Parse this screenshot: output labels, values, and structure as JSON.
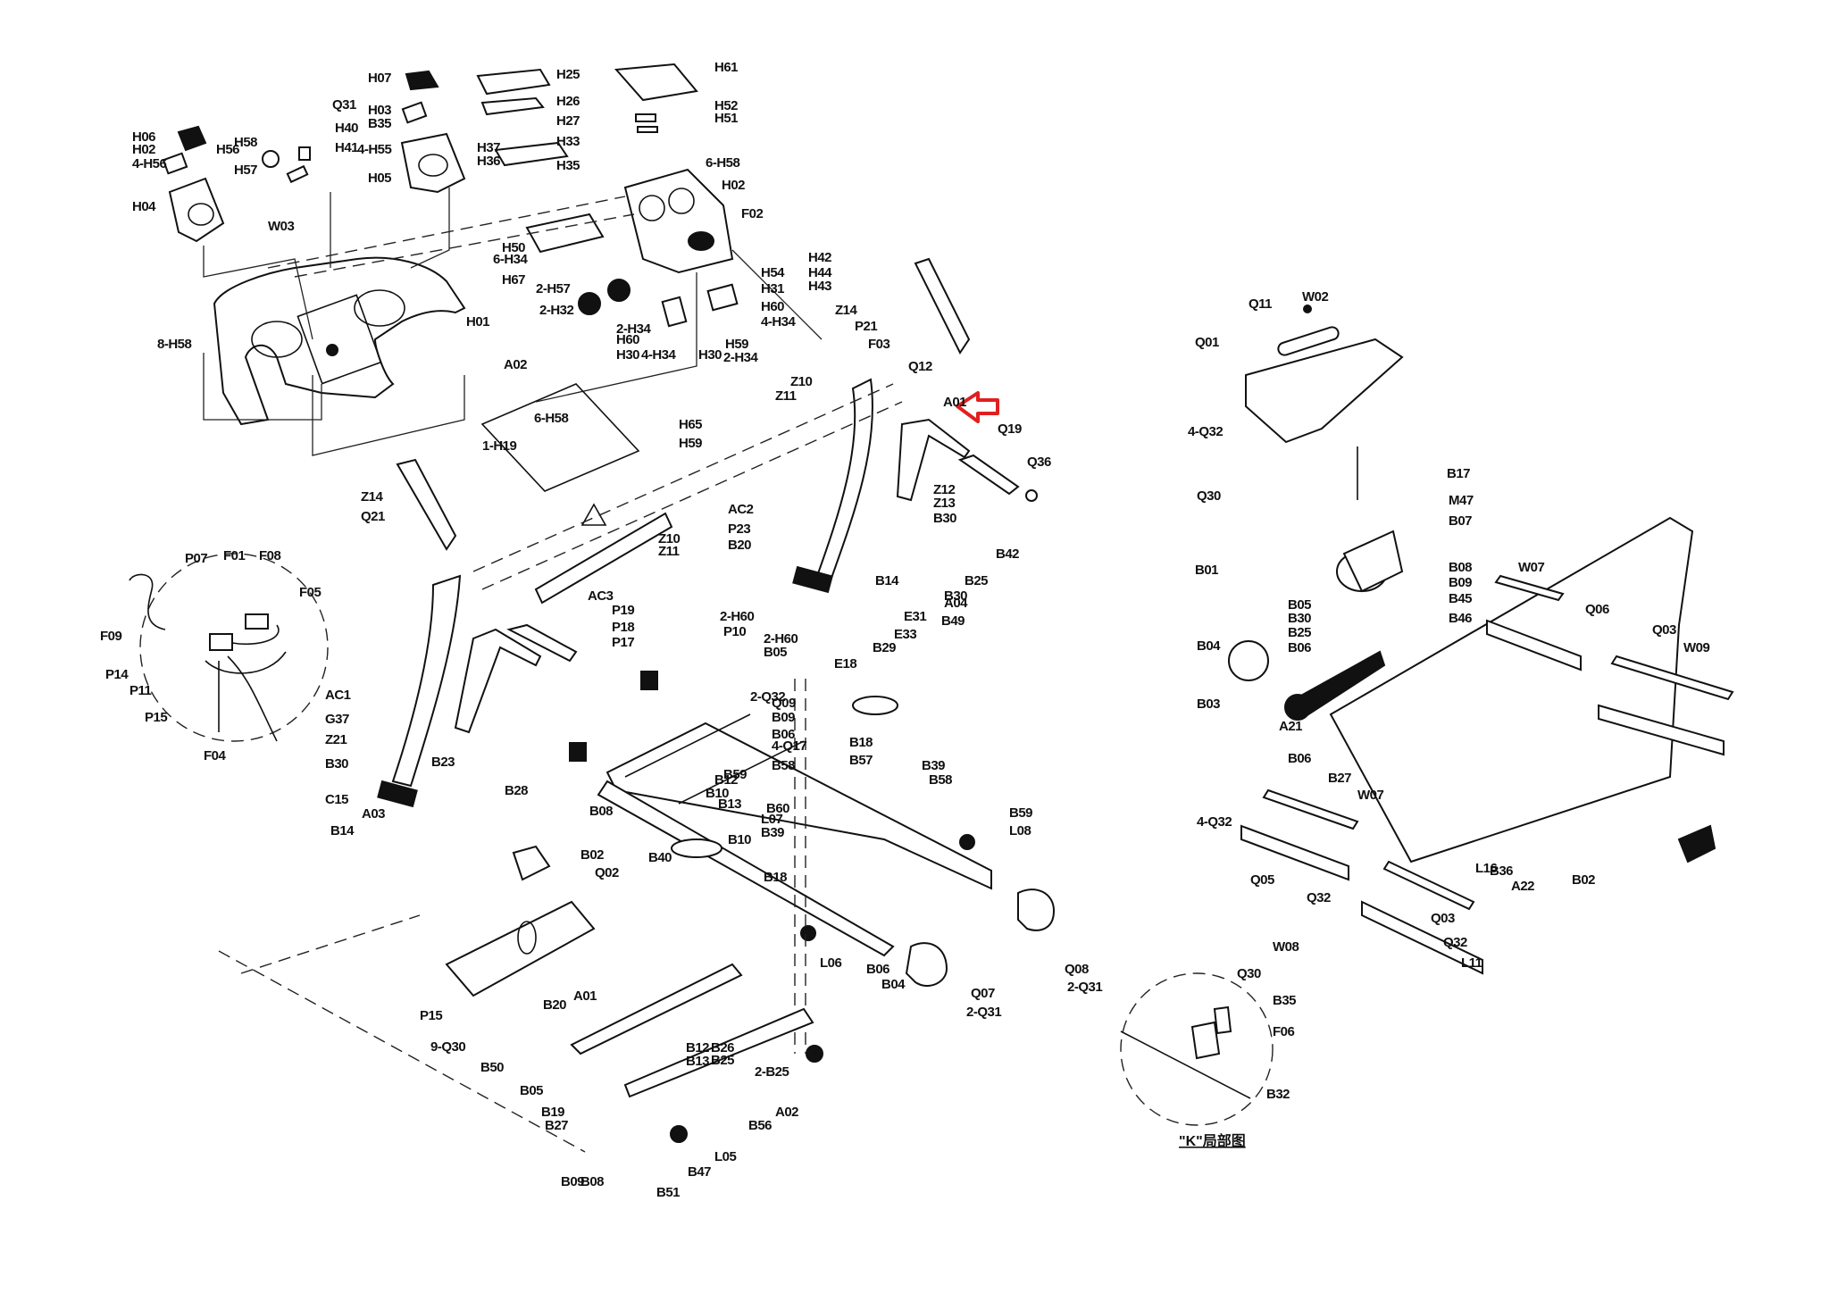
{
  "title": "Treadmill exploded parts diagram",
  "highlight": {
    "part": "A01",
    "color": "#e02020",
    "icon": "left-arrow-icon"
  },
  "detail_caption": "\"K\"局部图",
  "labels": {
    "console_top": [
      "H07",
      "H03",
      "B35",
      "4-H55",
      "H05",
      "H06",
      "H02",
      "4-H56",
      "H04",
      "H56",
      "H58",
      "H57",
      "Q31",
      "H40",
      "H41",
      "W03",
      "H01",
      "8-H58"
    ],
    "console_center": [
      "H25",
      "H26",
      "H27",
      "H33",
      "H37",
      "H36",
      "H35",
      "H61",
      "H52",
      "H51",
      "6-H58",
      "H02",
      "F02",
      "H50",
      "6-H34",
      "H67",
      "2-H57",
      "2-H32",
      "2-H34",
      "H60",
      "H30",
      "4-H34",
      "H30",
      "H59",
      "2-H34",
      "H54",
      "H31",
      "H60",
      "4-H34"
    ],
    "upright_right": [
      "H42",
      "H44",
      "H43",
      "Z14",
      "P21",
      "F03",
      "Q12",
      "Z10",
      "Z11",
      "A01",
      "Q19",
      "Q36",
      "Z12",
      "Z13",
      "B30",
      "AC2",
      "P23",
      "B20",
      "B14",
      "B42",
      "B25",
      "A04",
      "B30",
      "B49",
      "E31",
      "E33",
      "B29",
      "E18"
    ],
    "handrail_left": [
      "A02",
      "6-H58",
      "1-H19",
      "H65",
      "H59",
      "Z14",
      "Q21",
      "Z10",
      "Z11",
      "AC3",
      "AC1",
      "G37",
      "Z21",
      "B30",
      "C15",
      "B14",
      "A03",
      "B23",
      "B28"
    ],
    "wiring_detail": [
      "P07",
      "F01",
      "F08",
      "F05",
      "F09",
      "P14",
      "P11",
      "P15",
      "F04"
    ],
    "frame": [
      "P19",
      "P18",
      "P17",
      "2-H60",
      "P10",
      "2-H60",
      "B05",
      "2-Q32",
      "Q09",
      "B09",
      "B06",
      "4-Q17",
      "B58",
      "B59",
      "B12",
      "B13",
      "B10",
      "B60",
      "B08",
      "B10",
      "B18",
      "B57",
      "B39",
      "B58",
      "B59",
      "L08",
      "L07",
      "B39",
      "B40",
      "B18",
      "A01"
    ],
    "base": [
      "B02",
      "Q02",
      "P15",
      "9-Q30",
      "A01",
      "B20",
      "B12",
      "B13",
      "B26",
      "B25",
      "2-B25",
      "B50",
      "B05",
      "B19",
      "B27",
      "B56",
      "A02",
      "B09",
      "B08",
      "B51",
      "B47",
      "L05",
      "L06",
      "B06",
      "B04",
      "Q07",
      "2-Q31",
      "Q08",
      "2-Q31"
    ],
    "motor_hood": [
      "W02",
      "Q11",
      "Q01",
      "4-Q32",
      "Q30"
    ],
    "motor_deck": [
      "B17",
      "M47",
      "B07",
      "B01",
      "B08",
      "B09",
      "B45",
      "B46",
      "B05",
      "B30",
      "B25",
      "B06",
      "B04",
      "B03",
      "A21",
      "B06",
      "W07",
      "Q06",
      "Q03",
      "W09",
      "B27",
      "W07",
      "4-Q32",
      "Q05",
      "Q32",
      "W08",
      "Q03",
      "Q32",
      "L11",
      "L16",
      "B36",
      "A22",
      "B02"
    ],
    "k_detail": [
      "Q30",
      "B35",
      "F06",
      "B32"
    ]
  }
}
